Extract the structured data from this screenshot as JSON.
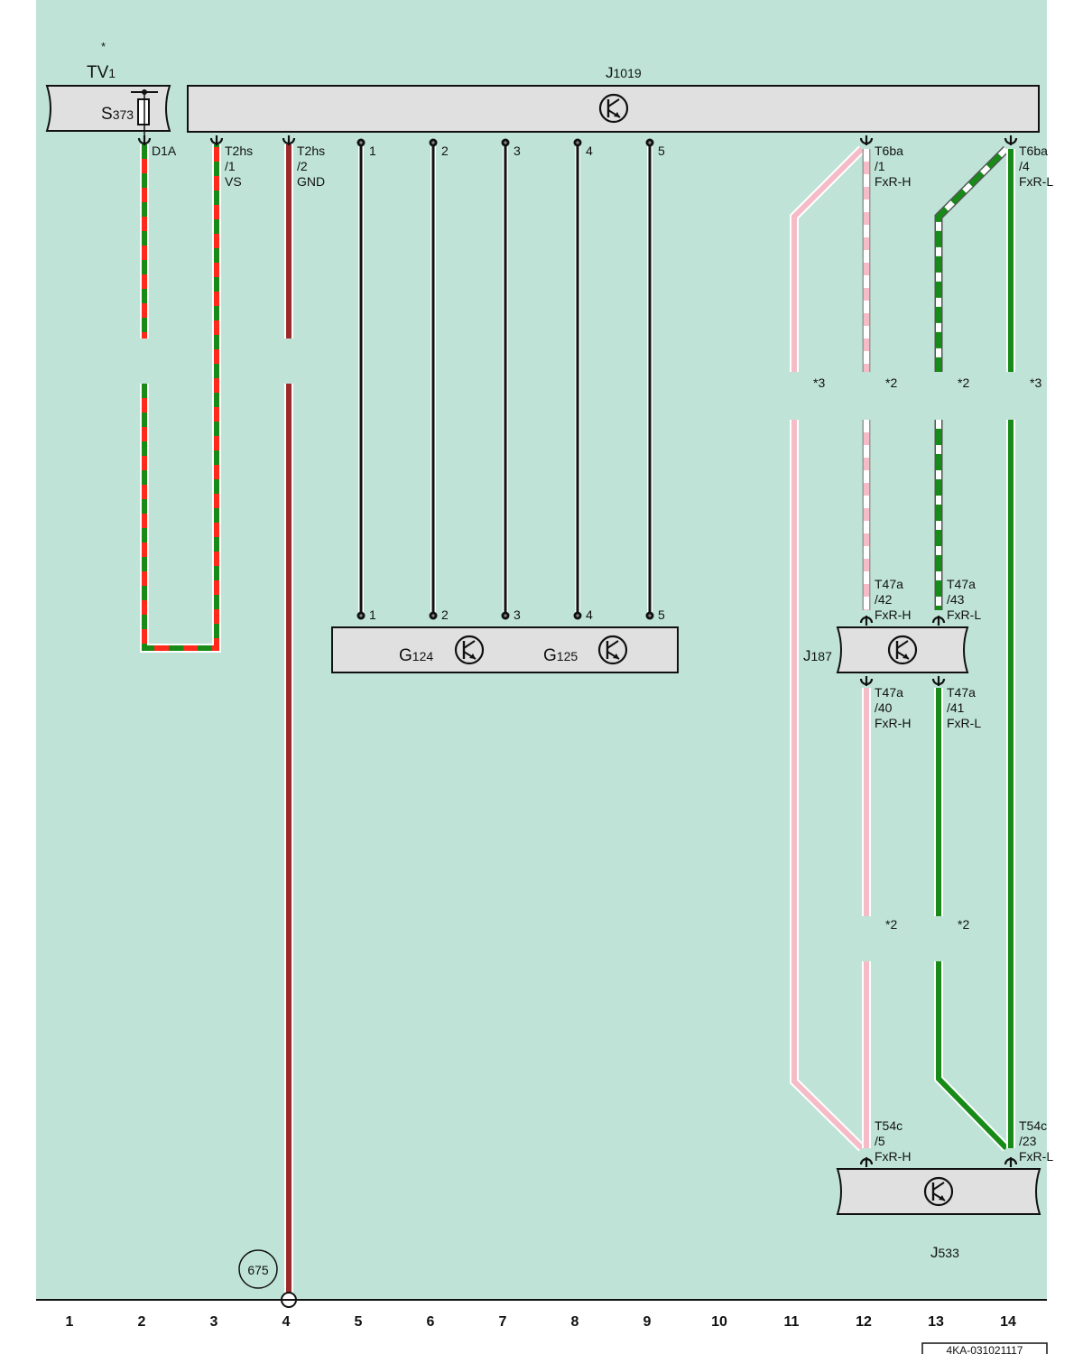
{
  "components": {
    "tv1": {
      "label": "TV",
      "sub": "1",
      "note": "*"
    },
    "s373": {
      "label": "S",
      "sub": "373"
    },
    "j1019": {
      "label": "J",
      "sub": "1019"
    },
    "g124": {
      "label": "G",
      "sub": "124"
    },
    "g125": {
      "label": "G",
      "sub": "125"
    },
    "j187": {
      "label": "J",
      "sub": "187"
    },
    "j533": {
      "label": "J",
      "sub": "533"
    }
  },
  "pins": {
    "d1a": {
      "l1": "D1A"
    },
    "t2hs_1": {
      "l1": "T2hs",
      "l2": "/1",
      "l3": "VS"
    },
    "t2hs_2": {
      "l1": "T2hs",
      "l2": "/2",
      "l3": "GND"
    },
    "j1019_p": [
      "1",
      "2",
      "3",
      "4",
      "5"
    ],
    "g_p": [
      "1",
      "2",
      "3",
      "4",
      "5"
    ],
    "t6ba_1": {
      "l1": "T6ba",
      "l2": "/1",
      "l3": "FxR-H"
    },
    "t6ba_4": {
      "l1": "T6ba",
      "l2": "/4",
      "l3": "FxR-L"
    },
    "t47a_42": {
      "l1": "T47a",
      "l2": "/42",
      "l3": "FxR-H"
    },
    "t47a_43": {
      "l1": "T47a",
      "l2": "/43",
      "l3": "FxR-L"
    },
    "t47a_40": {
      "l1": "T47a",
      "l2": "/40",
      "l3": "FxR-H"
    },
    "t47a_41": {
      "l1": "T47a",
      "l2": "/41",
      "l3": "FxR-L"
    },
    "t54c_5": {
      "l1": "T54c",
      "l2": "/5",
      "l3": "FxR-H"
    },
    "t54c_23": {
      "l1": "T54c",
      "l2": "/23",
      "l3": "FxR-L"
    }
  },
  "notes": {
    "n11": "*3",
    "n12": "*2",
    "n13": "*2",
    "n14": "*3",
    "m12": "*2",
    "m13": "*2"
  },
  "ground_ref": "675",
  "columns": [
    "1",
    "2",
    "3",
    "4",
    "5",
    "6",
    "7",
    "8",
    "9",
    "10",
    "11",
    "12",
    "13",
    "14"
  ],
  "doc_code": "4KA-031021117",
  "colors": {
    "background": "#bfe4d7",
    "component": "#e0e0e0",
    "red": "#ff2a1a",
    "green": "#178a17",
    "brown": "#9b2a2a",
    "pink": "#f5bcc8",
    "white": "#ffffff",
    "black": "#111111"
  }
}
